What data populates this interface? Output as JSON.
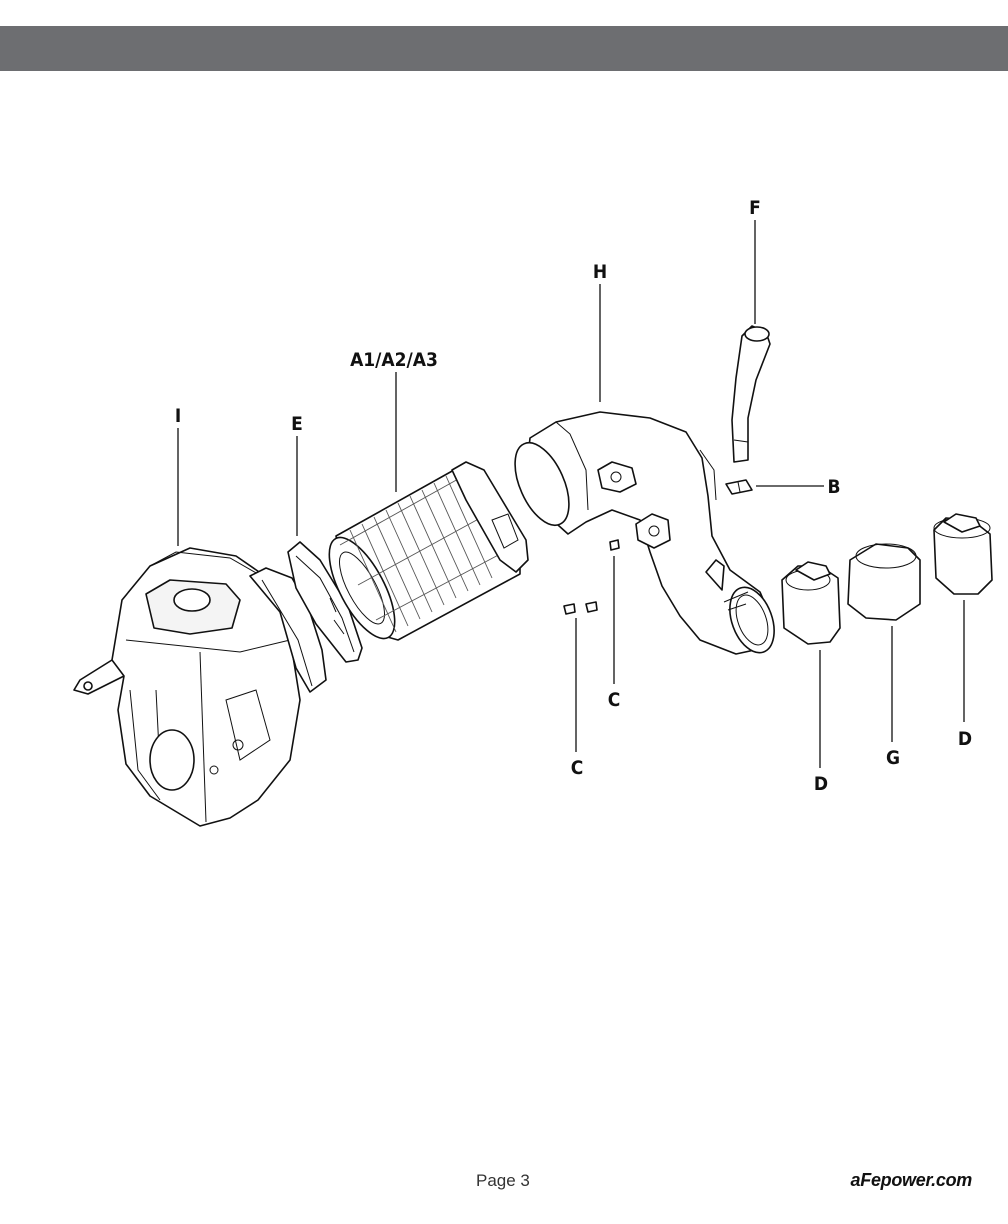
{
  "callouts": {
    "f": "F",
    "h": "H",
    "a": "A1/A2/A3",
    "i": "I",
    "e": "E",
    "b": "B",
    "c_upper": "C",
    "c_lower": "C",
    "d_left": "D",
    "g": "G",
    "d_right": "D"
  },
  "footer": {
    "page": "Page 3",
    "website": "aFepower.com"
  },
  "colors": {
    "header_bar": "#6d6e71",
    "line_art": "#111111"
  }
}
